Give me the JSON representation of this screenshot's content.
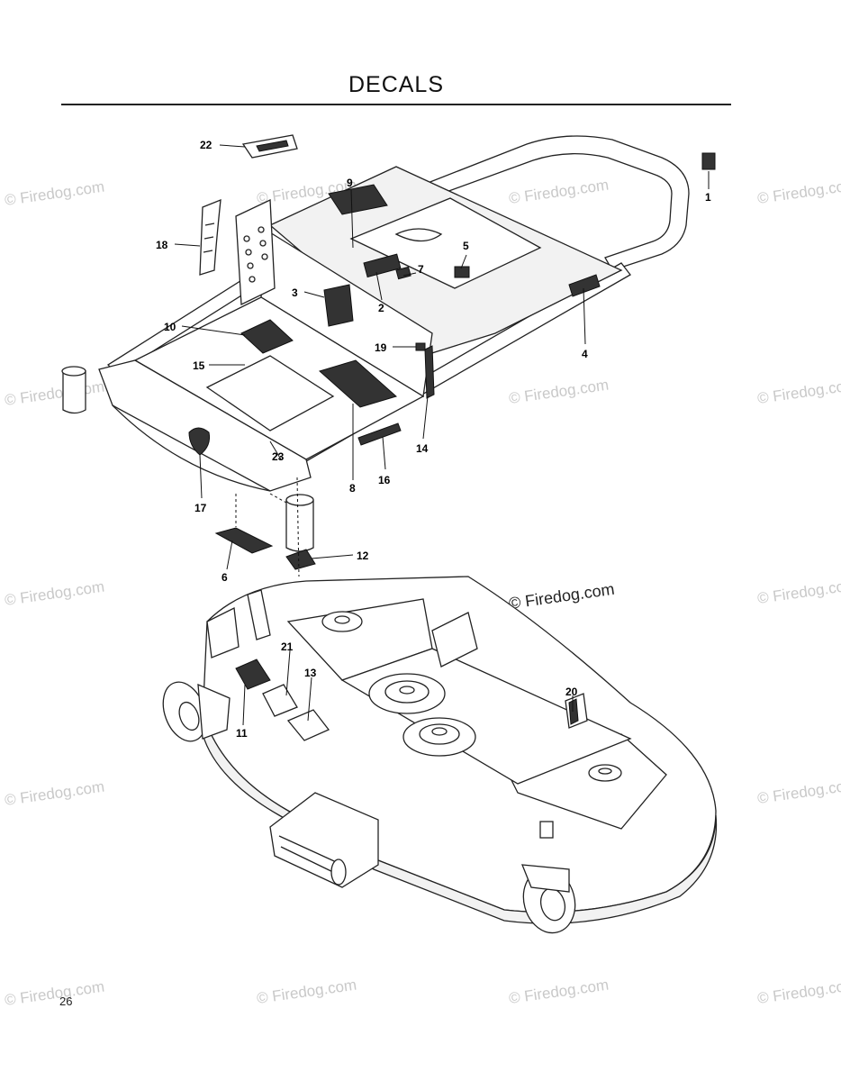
{
  "page": {
    "title": "DECALS",
    "page_number": "26"
  },
  "watermark": {
    "text": "© Firedog.com"
  },
  "callouts": [
    {
      "id": "c1",
      "label": "1"
    },
    {
      "id": "c2",
      "label": "2"
    },
    {
      "id": "c3",
      "label": "3"
    },
    {
      "id": "c4",
      "label": "4"
    },
    {
      "id": "c5",
      "label": "5"
    },
    {
      "id": "c6",
      "label": "6"
    },
    {
      "id": "c7",
      "label": "7"
    },
    {
      "id": "c8",
      "label": "8"
    },
    {
      "id": "c9",
      "label": "9"
    },
    {
      "id": "c10",
      "label": "10"
    },
    {
      "id": "c11",
      "label": "11"
    },
    {
      "id": "c12",
      "label": "12"
    },
    {
      "id": "c13",
      "label": "13"
    },
    {
      "id": "c14",
      "label": "14"
    },
    {
      "id": "c15",
      "label": "15"
    },
    {
      "id": "c16",
      "label": "16"
    },
    {
      "id": "c17",
      "label": "17"
    },
    {
      "id": "c18",
      "label": "18"
    },
    {
      "id": "c19",
      "label": "19"
    },
    {
      "id": "c20",
      "label": "20"
    },
    {
      "id": "c21",
      "label": "21"
    },
    {
      "id": "c22",
      "label": "22"
    },
    {
      "id": "c23",
      "label": "23"
    }
  ]
}
